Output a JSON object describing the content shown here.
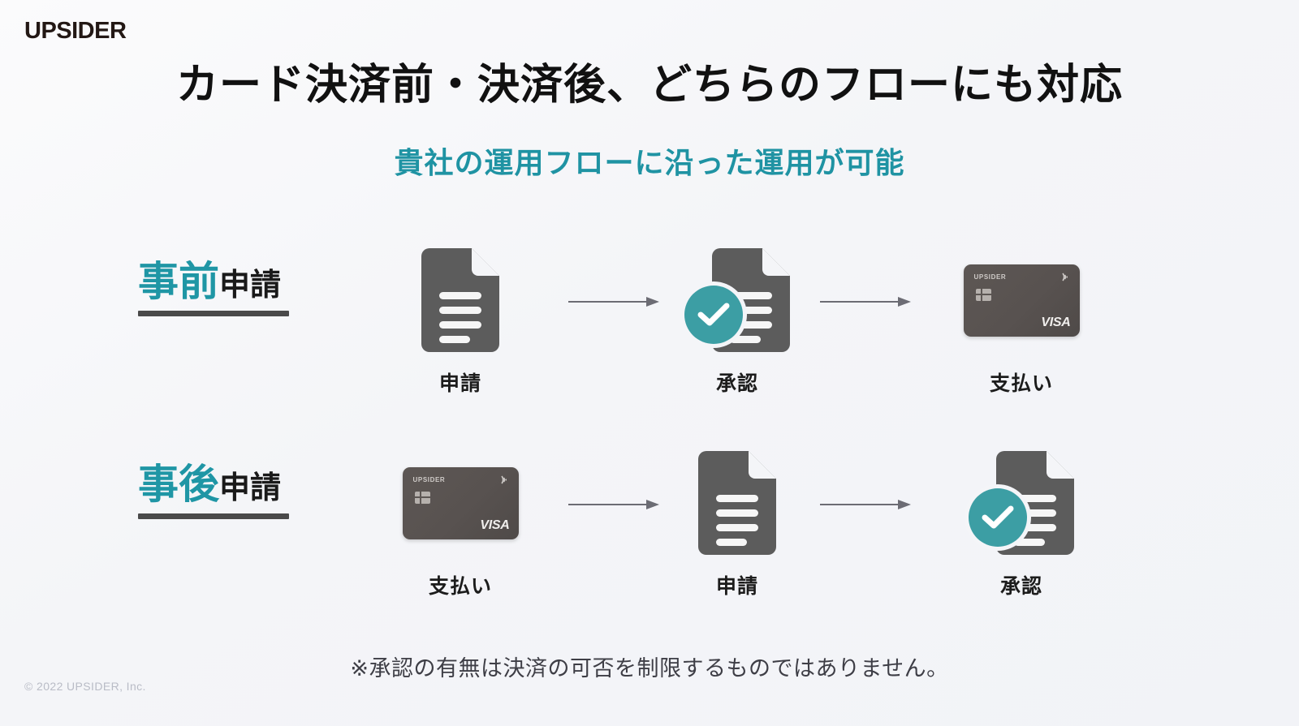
{
  "brand": {
    "logo": "UPSIDER",
    "logo_color": "#231815"
  },
  "header": {
    "title": "カード決済前・決済後、どちらのフローにも対応",
    "subtitle": "貴社の運用フローに沿った運用が可能",
    "subtitle_color": "#1f93a3",
    "title_color": "#111111"
  },
  "theme": {
    "accent_teal": "#1f96a5",
    "badge_teal": "#3c9ea4",
    "icon_gray": "#5c5c5c",
    "background": "#f4f5f8",
    "card_dark": "#585250"
  },
  "flows": [
    {
      "label_strong": "事前",
      "label_weak": "申請",
      "steps": [
        {
          "icon": "document-icon",
          "caption": "申請"
        },
        {
          "icon": "document-approved-icon",
          "caption": "承認"
        },
        {
          "icon": "credit-card-icon",
          "caption": "支払い"
        }
      ]
    },
    {
      "label_strong": "事後",
      "label_weak": "申請",
      "steps": [
        {
          "icon": "credit-card-icon",
          "caption": "支払い"
        },
        {
          "icon": "document-icon",
          "caption": "申請"
        },
        {
          "icon": "document-approved-icon",
          "caption": "承認"
        }
      ]
    }
  ],
  "card": {
    "brand_top": "UPSIDER",
    "network": "VISA"
  },
  "footnote": "※承認の有無は決済の可否を制限するものではありません。",
  "copyright": "© 2022 UPSIDER, Inc."
}
